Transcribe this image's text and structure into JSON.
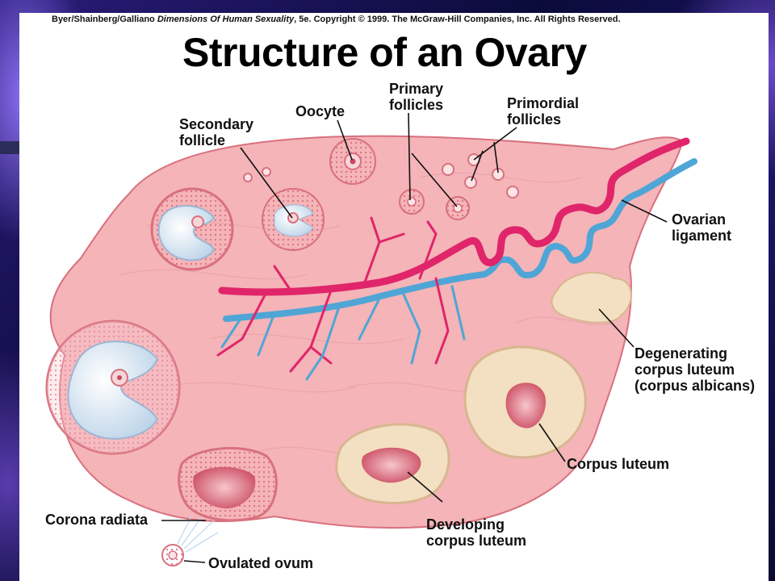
{
  "credit": {
    "authors": "Byer/Shainberg/Galliano",
    "book": "Dimensions Of Human Sexuality",
    "rest": ", 5e. Copyright © 1999. The McGraw-Hill Companies, Inc. All Rights Reserved."
  },
  "title": "Structure of an Ovary",
  "labels": {
    "secondary_follicle": [
      "Secondary",
      "follicle"
    ],
    "oocyte": "Oocyte",
    "primary_follicles": [
      "Primary",
      "follicles"
    ],
    "primordial_follicles": [
      "Primordial",
      "follicles"
    ],
    "ovarian_ligament": [
      "Ovarian",
      "ligament"
    ],
    "degenerating": [
      "Degenerating",
      "corpus luteum",
      "(corpus albicans)"
    ],
    "corpus_luteum": "Corpus luteum",
    "developing": [
      "Developing",
      "corpus luteum"
    ],
    "corona_radiata": "Corona radiata",
    "ovulated_ovum": "Ovulated ovum"
  },
  "colors": {
    "ovary": "#f4b4b8",
    "follicle_dots": "#d9707e",
    "artery": "#e0256a",
    "vein": "#4fa6d6",
    "corpus_luteum": "#f3dfc1",
    "antrum": "#d8e6f2"
  }
}
